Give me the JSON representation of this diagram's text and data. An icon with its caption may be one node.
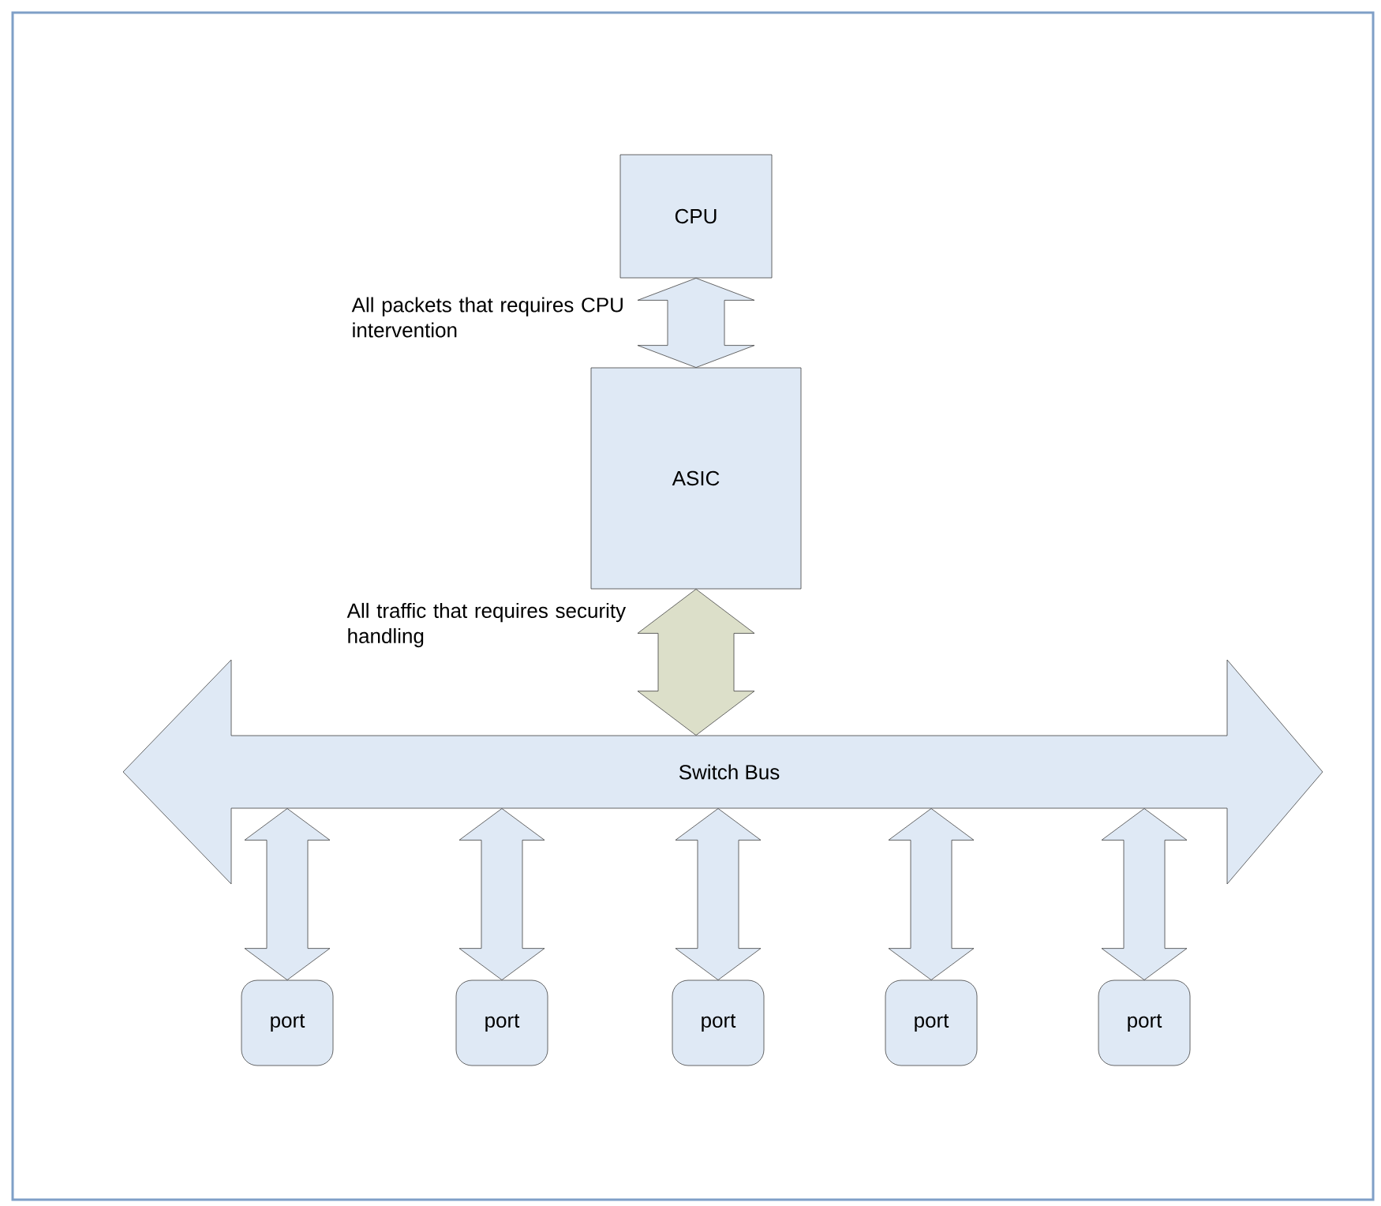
{
  "diagram": {
    "nodes": [
      {
        "text": [
          "CPU"
        ]
      },
      {
        "text": [
          "ASIC"
        ]
      },
      {
        "text": [
          "Switch Bus"
        ]
      },
      {
        "text": [
          "port"
        ]
      },
      {
        "text": [
          "port"
        ]
      },
      {
        "text": [
          "port"
        ]
      },
      {
        "text": [
          "port"
        ]
      },
      {
        "text": [
          "port"
        ]
      }
    ],
    "edges": [
      {
        "from": 0,
        "to": 1,
        "arrow": "both",
        "label": "All packets that requires CPU intervention"
      },
      {
        "from": 1,
        "to": 2,
        "arrow": "both",
        "label": "All traffic that requires security handling",
        "color": "#dcdfc9"
      },
      {
        "from": 2,
        "to": 3,
        "arrow": "both"
      },
      {
        "from": 2,
        "to": 4,
        "arrow": "both"
      },
      {
        "from": 2,
        "to": 5,
        "arrow": "both"
      },
      {
        "from": 2,
        "to": 6,
        "arrow": "both"
      },
      {
        "from": 2,
        "to": 7,
        "arrow": "both"
      }
    ]
  }
}
